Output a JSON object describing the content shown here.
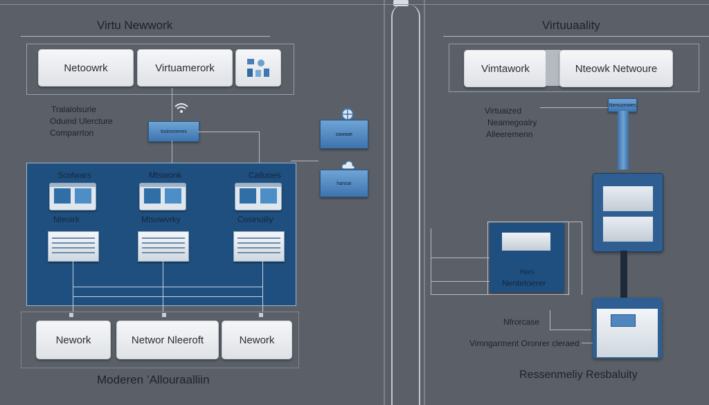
{
  "left": {
    "title": "Virtu Newwork",
    "top_boxes": [
      "Netoowrk",
      "Virtuamerork"
    ],
    "side_labels": [
      "Tralalolsurie",
      "Oduind Ulercture",
      "Comparrton"
    ],
    "hub_label": "tooinsnenes",
    "panel_headers": [
      "Scolwars",
      "Mtswonk",
      "Calluoes"
    ],
    "panel_labels": [
      "Nteoirk",
      "Mtsowvrky",
      "Cosinuiliy"
    ],
    "bottom_boxes": [
      "Nework",
      "Networ Nleeroft",
      "Nework"
    ],
    "footer": "Moderen ’Allouraalliin"
  },
  "middle": {
    "node_labels": [
      "sawaae",
      "hansar"
    ]
  },
  "right": {
    "title": "Virtuuaality",
    "top_boxes": [
      "Vimtawork",
      "Nteowk Netwoure"
    ],
    "side_labels": [
      "Virtuaized",
      "Neamegoalry",
      "Alleeremenn"
    ],
    "chip_label": "Nemuonwes",
    "host_small": "Hors",
    "host_label": "Nentetoerer",
    "label_a": "Nfrorcase",
    "label_b": "Vimngarment Oronrer cleraed",
    "footer": "Ressenmeliy Resbaluity"
  },
  "colors": {
    "background": "#5b6068",
    "panel_blue": "#1f4f7f",
    "accent_blue": "#3d74ad"
  }
}
